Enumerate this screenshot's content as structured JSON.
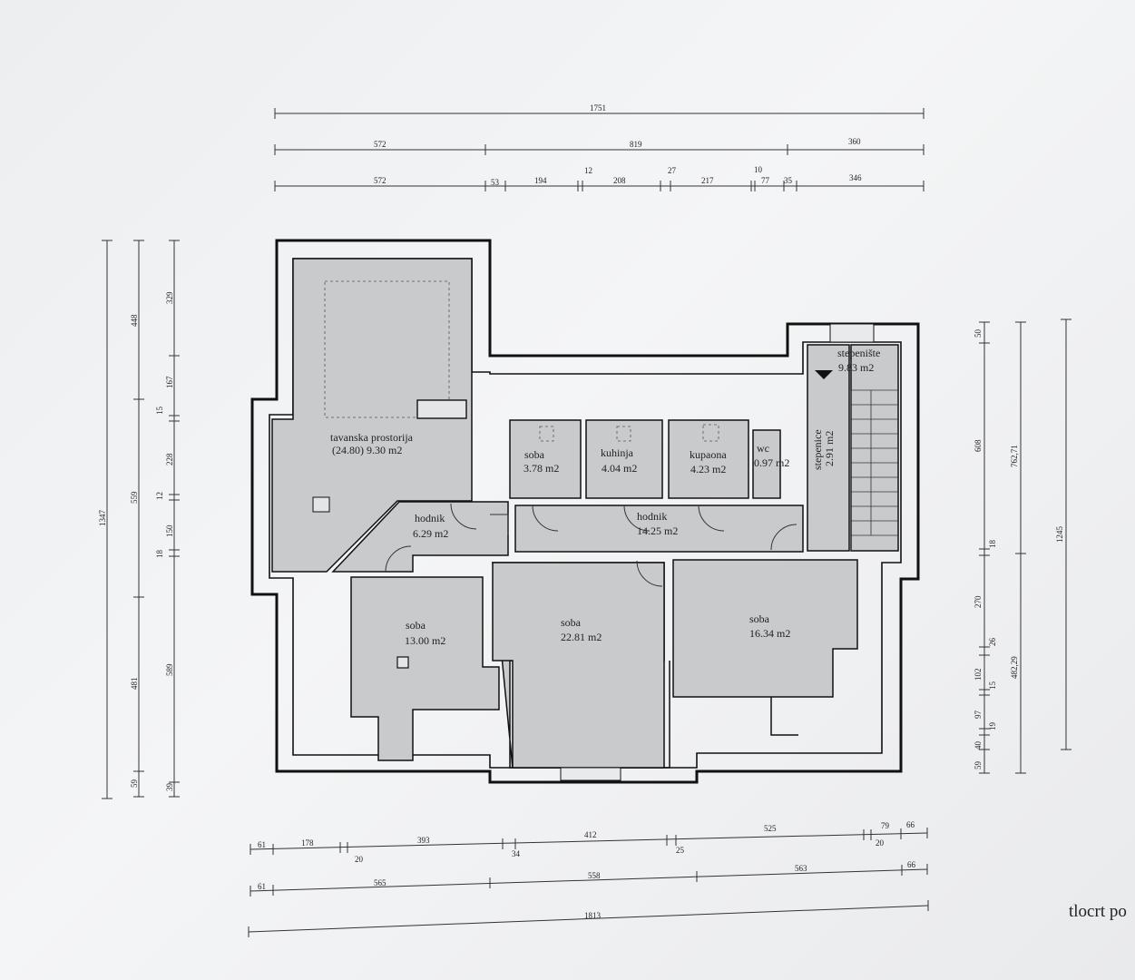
{
  "title": "tlocrt po",
  "rooms": [
    {
      "name": "tavanska prostorija",
      "area": "(24.80) 9.30 m2"
    },
    {
      "name": "hodnik",
      "area": "6.29 m2"
    },
    {
      "name": "soba",
      "area": "3.78 m2"
    },
    {
      "name": "kuhinja",
      "area": "4.04 m2"
    },
    {
      "name": "kupaona",
      "area": "4.23 m2"
    },
    {
      "name": "wc",
      "area": "0.97 m2"
    },
    {
      "name": "stepenice",
      "area": "2.91 m2"
    },
    {
      "name": "stepenište",
      "area": "9.83 m2"
    },
    {
      "name": "hodnik",
      "area": "14.25 m2"
    },
    {
      "name": "soba",
      "area": "13.00 m2"
    },
    {
      "name": "soba",
      "area": "22.81 m2"
    },
    {
      "name": "soba",
      "area": "16.34 m2"
    }
  ],
  "dimensions": {
    "top_row1": [
      "1751"
    ],
    "top_row2": [
      "572",
      "819",
      "360"
    ],
    "top_row3": [
      "572",
      "53",
      "194",
      "12",
      "208",
      "27",
      "217",
      "10",
      "77",
      "35",
      "346"
    ],
    "left_col1": [
      "1347"
    ],
    "left_col2": [
      "448",
      "559",
      "481",
      "59"
    ],
    "left_col3": [
      "329",
      "167",
      "15",
      "228",
      "12",
      "150",
      "18",
      "589",
      "39"
    ],
    "right_col1": [
      "50",
      "608",
      "18",
      "270",
      "26",
      "102",
      "15",
      "97",
      "19",
      "40",
      "59"
    ],
    "right_col2": [
      "762,71",
      "482,29"
    ],
    "right_col3": [
      "1245"
    ],
    "bottom_row1": [
      "61",
      "178",
      "20",
      "393",
      "34",
      "412",
      "25",
      "525",
      "20",
      "79",
      "66"
    ],
    "bottom_row2": [
      "61",
      "565",
      "558",
      "563",
      "66"
    ],
    "bottom_row3": [
      "1813"
    ]
  }
}
